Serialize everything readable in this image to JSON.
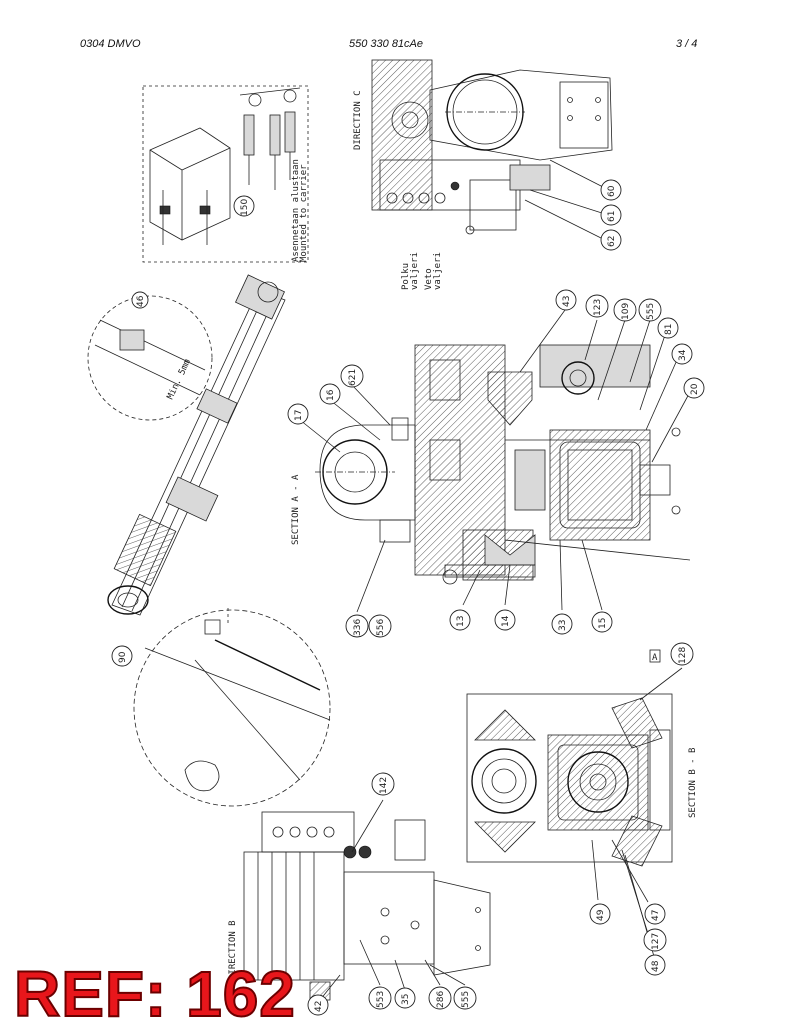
{
  "header": {
    "left": "0304 DMVO",
    "center": "550 330 81cAe",
    "page": "3 /  4"
  },
  "views": {
    "direction_c": "DIRECTION C",
    "direction_b": "DIRECTION B",
    "section_aa": "SECTION  A - A",
    "section_bb": "SECTION  B - B",
    "marker_a": "A",
    "mounted_note_1": "Asennetaan alustaan",
    "mounted_note_2": "Mounted to carrier",
    "fluid_note_1": "Polku",
    "fluid_note_2": "valjeri",
    "fluid_note_3": "Veto",
    "fluid_note_4": "valjeri",
    "min_note": "Min. 5mm"
  },
  "callouts": [
    "150",
    "60",
    "61",
    "62",
    "46",
    "43",
    "123",
    "109",
    "555",
    "81",
    "34",
    "20",
    "621",
    "16",
    "17",
    "336",
    "556",
    "13",
    "14",
    "33",
    "15",
    "90",
    "128",
    "142",
    "49",
    "47",
    "127",
    "48",
    "553",
    "35",
    "286",
    "555",
    "42"
  ],
  "ref_stamp": "REF: 162",
  "colors": {
    "stamp": "#e8161b",
    "line": "#222222"
  }
}
